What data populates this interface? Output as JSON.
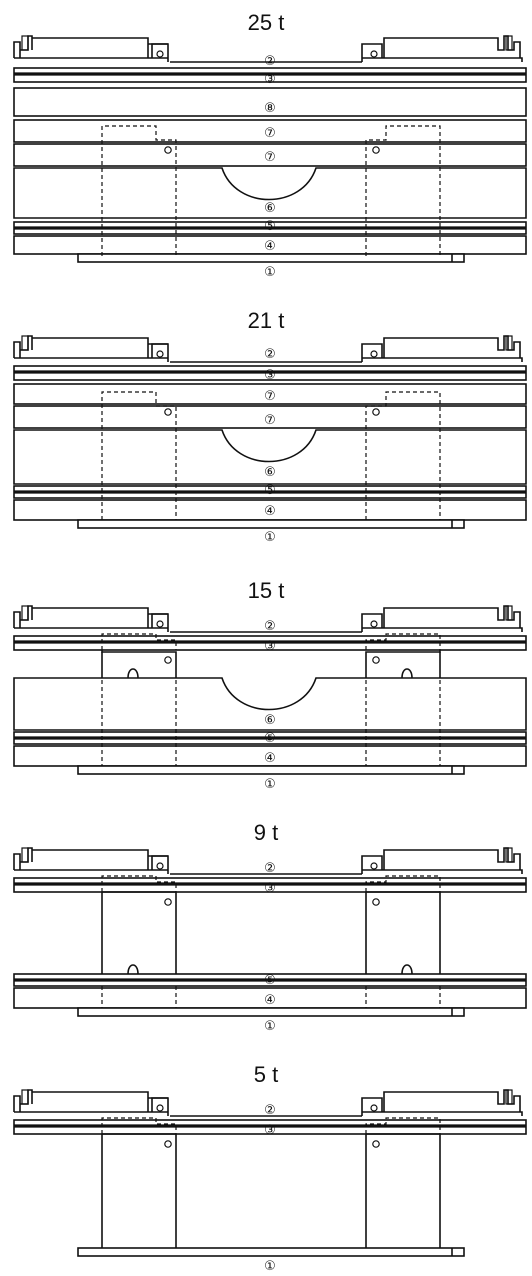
{
  "panels": [
    {
      "title": "25 t",
      "labels": [
        "②",
        "③",
        "⑧",
        "⑦",
        "⑦",
        "⑥",
        "⑤",
        "④",
        "①"
      ]
    },
    {
      "title": "21 t",
      "labels": [
        "②",
        "③",
        "⑦",
        "⑦",
        "⑥",
        "⑤",
        "④",
        "①"
      ]
    },
    {
      "title": "15 t",
      "labels": [
        "②",
        "③",
        "⑥",
        "⑤",
        "④",
        "①"
      ]
    },
    {
      "title": "9 t",
      "labels": [
        "②",
        "③",
        "⑤",
        "④",
        "①"
      ]
    },
    {
      "title": "5 t",
      "labels": [
        "②",
        "③",
        "①"
      ]
    }
  ]
}
